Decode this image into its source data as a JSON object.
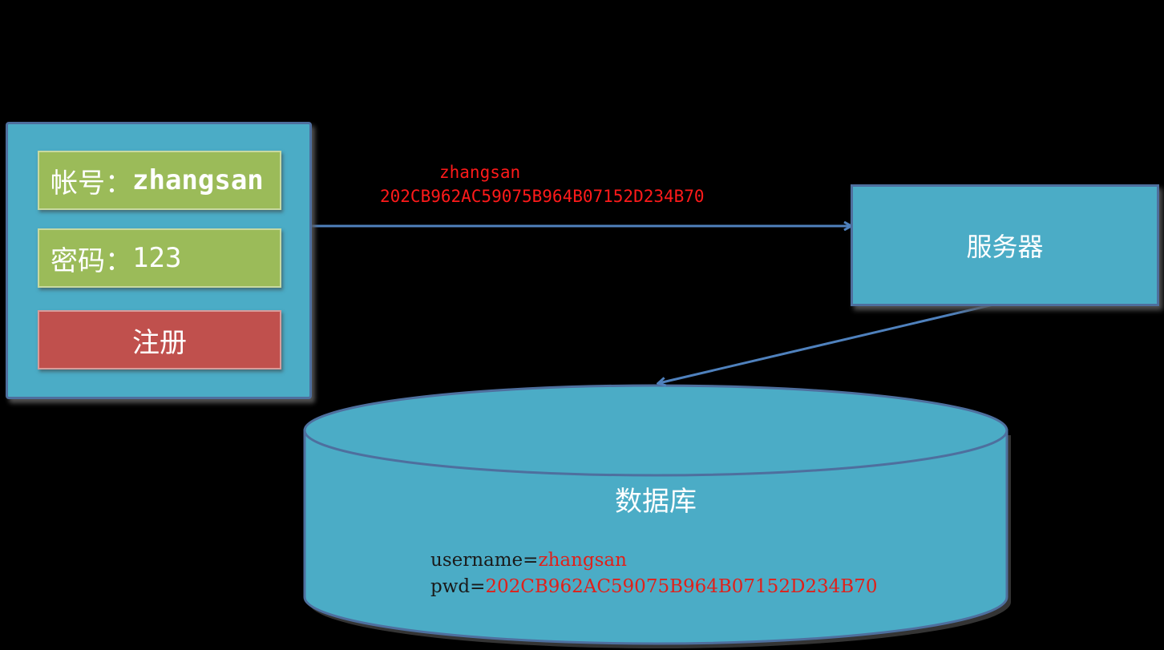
{
  "client_form": {
    "account_label": "帐号：",
    "account_value": "zhangsan",
    "password_label": "密码：",
    "password_value": "123",
    "register_button": "注册"
  },
  "request_payload": {
    "username": "zhangsan",
    "hash": "202CB962AC59075B964B07152D234B70"
  },
  "server": {
    "label": "服务器"
  },
  "database": {
    "label": "数据库",
    "record": {
      "username_key": "username=",
      "username_value": "zhangsan",
      "pwd_key": "pwd=",
      "pwd_value": "202CB962AC59075B964B07152D234B70"
    }
  },
  "colors": {
    "background": "#000000",
    "node_fill": "#4bacc6",
    "node_border": "#4e6f9e",
    "field_fill": "#9bbb59",
    "button_fill": "#c0504d",
    "payload_text": "#ff1a1a",
    "arrow": "#4f81bd"
  }
}
